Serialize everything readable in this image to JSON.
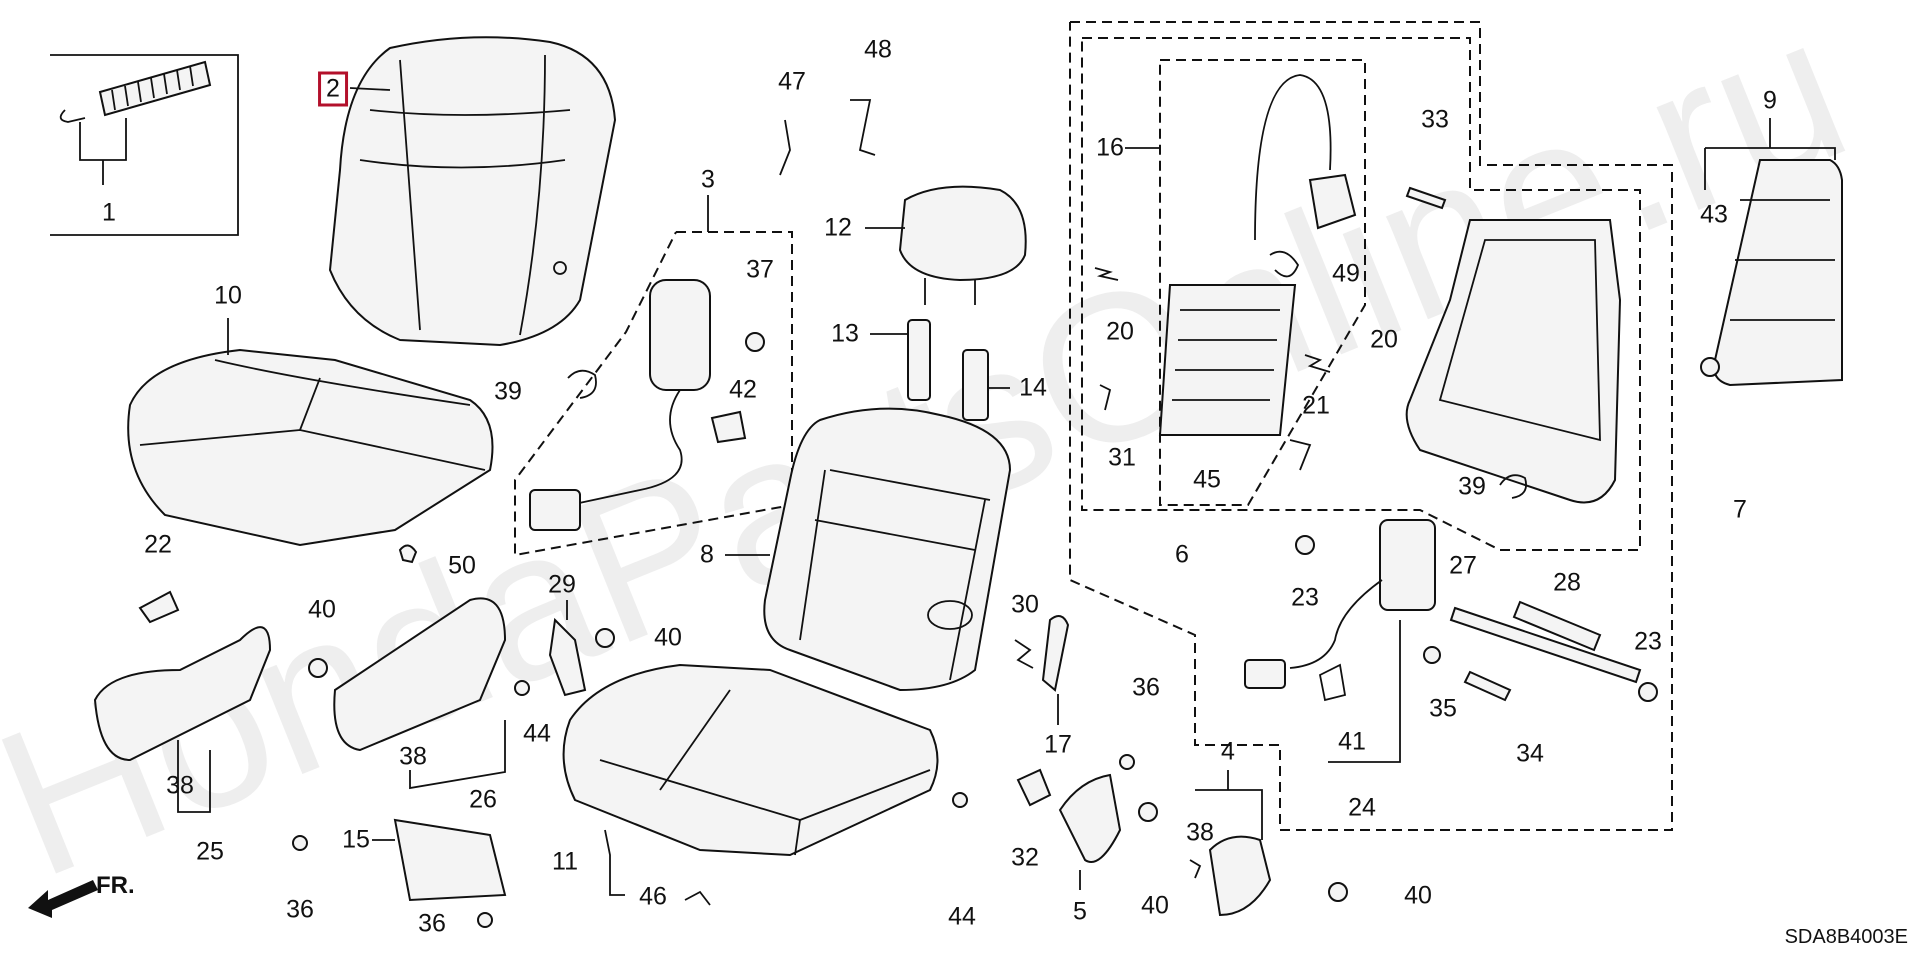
{
  "watermark": {
    "text": "HondaPartsOnline.ru",
    "color": "#d9d9d9"
  },
  "diagram_code": "SDA8B4003E",
  "front_arrow": {
    "label": "FR.",
    "icon": "arrow-left-icon"
  },
  "highlight_color": "#b3102b",
  "callouts": [
    {
      "id": "c1",
      "text": "1"
    },
    {
      "id": "c2",
      "text": "2",
      "highlighted": true
    },
    {
      "id": "c3",
      "text": "3"
    },
    {
      "id": "c4",
      "text": "4"
    },
    {
      "id": "c5",
      "text": "5"
    },
    {
      "id": "c6",
      "text": "6"
    },
    {
      "id": "c7",
      "text": "7"
    },
    {
      "id": "c8",
      "text": "8"
    },
    {
      "id": "c9",
      "text": "9"
    },
    {
      "id": "c10",
      "text": "10"
    },
    {
      "id": "c11",
      "text": "11"
    },
    {
      "id": "c12",
      "text": "12"
    },
    {
      "id": "c13",
      "text": "13"
    },
    {
      "id": "c14",
      "text": "14"
    },
    {
      "id": "c15",
      "text": "15"
    },
    {
      "id": "c16",
      "text": "16"
    },
    {
      "id": "c17",
      "text": "17"
    },
    {
      "id": "c20a",
      "text": "20"
    },
    {
      "id": "c20b",
      "text": "20"
    },
    {
      "id": "c21",
      "text": "21"
    },
    {
      "id": "c22",
      "text": "22"
    },
    {
      "id": "c23a",
      "text": "23"
    },
    {
      "id": "c23b",
      "text": "23"
    },
    {
      "id": "c24",
      "text": "24"
    },
    {
      "id": "c25",
      "text": "25"
    },
    {
      "id": "c26",
      "text": "26"
    },
    {
      "id": "c27",
      "text": "27"
    },
    {
      "id": "c28",
      "text": "28"
    },
    {
      "id": "c29",
      "text": "29"
    },
    {
      "id": "c30",
      "text": "30"
    },
    {
      "id": "c31",
      "text": "31"
    },
    {
      "id": "c32",
      "text": "32"
    },
    {
      "id": "c33",
      "text": "33"
    },
    {
      "id": "c34",
      "text": "34"
    },
    {
      "id": "c35",
      "text": "35"
    },
    {
      "id": "c36a",
      "text": "36"
    },
    {
      "id": "c36b",
      "text": "36"
    },
    {
      "id": "c36c",
      "text": "36"
    },
    {
      "id": "c37",
      "text": "37"
    },
    {
      "id": "c38a",
      "text": "38"
    },
    {
      "id": "c38b",
      "text": "38"
    },
    {
      "id": "c38c",
      "text": "38"
    },
    {
      "id": "c39a",
      "text": "39"
    },
    {
      "id": "c39b",
      "text": "39"
    },
    {
      "id": "c40a",
      "text": "40"
    },
    {
      "id": "c40b",
      "text": "40"
    },
    {
      "id": "c40c",
      "text": "40"
    },
    {
      "id": "c40d",
      "text": "40"
    },
    {
      "id": "c41",
      "text": "41"
    },
    {
      "id": "c42",
      "text": "42"
    },
    {
      "id": "c43",
      "text": "43"
    },
    {
      "id": "c44a",
      "text": "44"
    },
    {
      "id": "c44b",
      "text": "44"
    },
    {
      "id": "c45",
      "text": "45"
    },
    {
      "id": "c46",
      "text": "46"
    },
    {
      "id": "c47",
      "text": "47"
    },
    {
      "id": "c48",
      "text": "48"
    },
    {
      "id": "c49",
      "text": "49"
    },
    {
      "id": "c50",
      "text": "50"
    }
  ]
}
